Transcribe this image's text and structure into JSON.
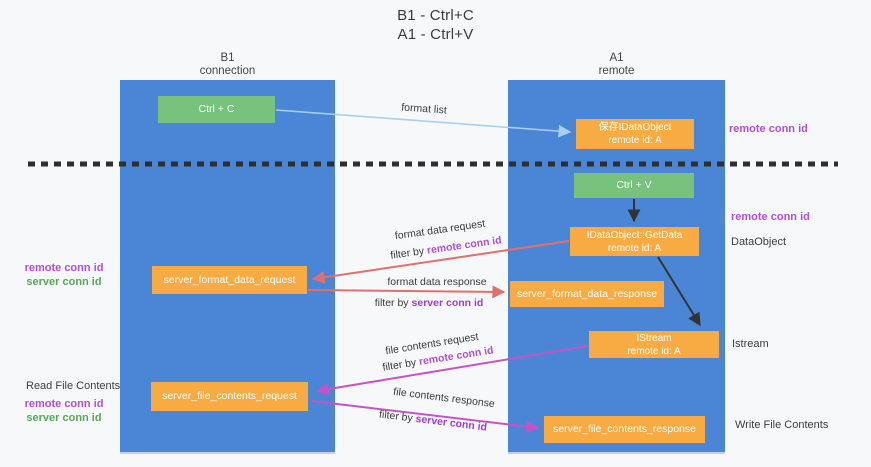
{
  "title": {
    "line1": "B1 - Ctrl+C",
    "line2": "A1 - Ctrl+V"
  },
  "columns": {
    "left": {
      "name": "B1",
      "role": "connection"
    },
    "right": {
      "name": "A1",
      "role": "remote"
    }
  },
  "boxes": {
    "ctrl_c": "Ctrl + C",
    "ctrl_v": "Ctrl + V",
    "save_idataobject": {
      "line1": "保存IDataObject",
      "line2": "remote id: A"
    },
    "getdata": {
      "line1": "IDataObject::GetData",
      "line2": "remote id: A"
    },
    "istream": {
      "line1": "IStream",
      "line2": "remote id: A"
    },
    "format_request": "server_format_data_request",
    "format_response": "server_format_data_response",
    "file_request": "server_file_contents_request",
    "file_response": "server_file_contents_response"
  },
  "edge_labels": {
    "format_list": "format list",
    "format_data_request": "format data request",
    "format_data_response": "format data response",
    "file_contents_request": "file contents request",
    "file_contents_response": "file contents response",
    "filter_by": "filter by"
  },
  "shared": {
    "remote_conn_id": "remote conn id",
    "server_conn_id": "server conn id"
  },
  "side_labels": {
    "dataobject": "DataObject",
    "istream": "Istream",
    "read_file_contents": "Read File Contents",
    "write_file_contents": "Write File Contents"
  },
  "colors": {
    "column_blue": "#4a85d6",
    "box_green": "#77c27d",
    "box_orange": "#f8ab43",
    "arrow_blue": "#a9cfee",
    "arrow_red": "#e0706e",
    "arrow_magenta": "#c653c6",
    "arrow_black": "#333333",
    "remote_conn_id_text": "#b14fd8",
    "server_conn_id_green_text": "#55a858",
    "server_conn_id_purple_text": "#9a3fd1",
    "dashed_separator": "#2e2e2e"
  }
}
